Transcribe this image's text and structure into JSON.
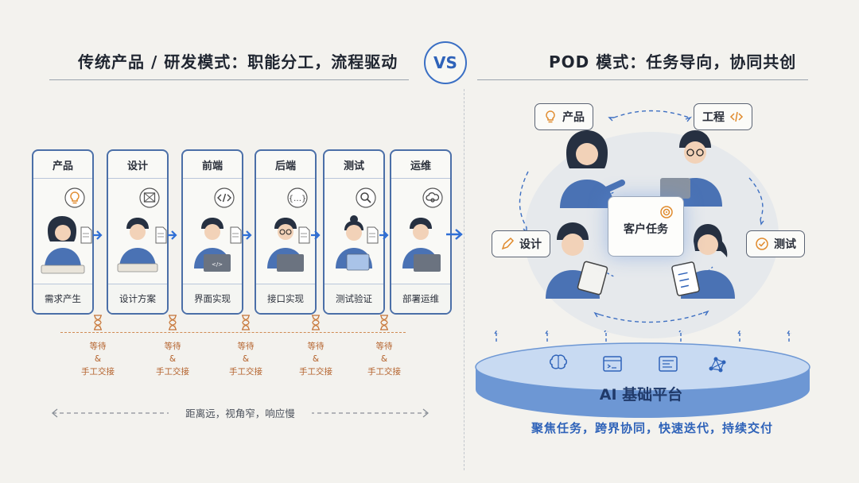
{
  "left": {
    "title": "传统产品 / 研发模式：职能分工，流程驱动",
    "stages": [
      {
        "name": "产品",
        "output": "需求产生",
        "icon": "lightbulb-icon"
      },
      {
        "name": "设计",
        "output": "设计方案",
        "icon": "picture-frame-icon"
      },
      {
        "name": "前端",
        "output": "界面实现",
        "icon": "code-brackets-icon"
      },
      {
        "name": "后端",
        "output": "接口实现",
        "icon": "curly-brackets-icon"
      },
      {
        "name": "测试",
        "output": "测试验证",
        "icon": "magnifier-icon"
      },
      {
        "name": "运维",
        "output": "部署运维",
        "icon": "cloud-gear-icon"
      }
    ],
    "handoff": {
      "wait": "等待",
      "amp": "&",
      "manual": "手工交接",
      "icon": "hourglass-icon"
    },
    "bottom_note": "距离远，视角窄，响应慢",
    "colors": {
      "box": "#4b6fa8",
      "arrow": "#2f6fd6",
      "handoff": "#d08a52"
    }
  },
  "vs": "VS",
  "right": {
    "title": "POD 模式：任务导向，协同共创",
    "roles": [
      {
        "name": "产品",
        "icon": "lightbulb-icon",
        "icon_color": "#e08a2c"
      },
      {
        "name": "工程",
        "icon": "code-brackets-icon",
        "icon_color": "#e08a2c"
      },
      {
        "name": "设计",
        "icon": "pencil-icon",
        "icon_color": "#e08a2c"
      },
      {
        "name": "测试",
        "icon": "checkmark-circle-icon",
        "icon_color": "#e08a2c"
      }
    ],
    "center_task": "客户任务",
    "platform": {
      "label": "AI 基础平台",
      "icons": [
        "brain-icon",
        "console-icon",
        "dashboard-icon",
        "network-icon"
      ]
    },
    "motto": "聚焦任务，跨界协同，快速迭代，持续交付",
    "colors": {
      "accent": "#2f63b9",
      "platform": "#8fb1de",
      "glow": "#5a8cdc"
    }
  }
}
